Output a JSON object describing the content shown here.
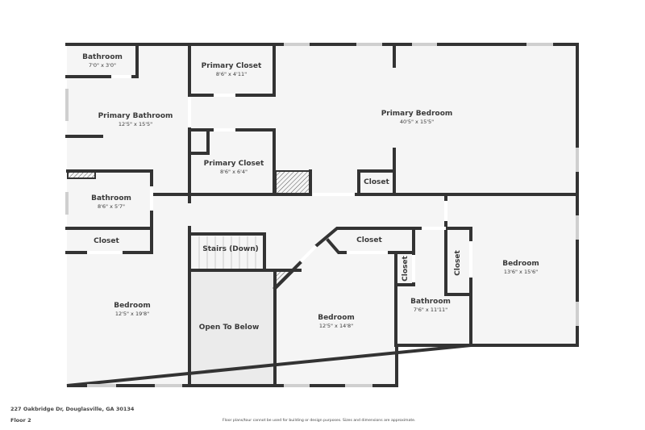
{
  "rooms": {
    "bathroom_small": {
      "name": "Bathroom",
      "dims": "7'0\" x 3'0\""
    },
    "primary_closet_top": {
      "name": "Primary Closet",
      "dims": "8'6\" x 4'11\""
    },
    "primary_bathroom": {
      "name": "Primary Bathroom",
      "dims": "12'5\" x 15'5\""
    },
    "primary_closet_mid": {
      "name": "Primary Closet",
      "dims": "8'6\" x 6'4\""
    },
    "primary_bedroom": {
      "name": "Primary Bedroom",
      "dims": "40'5\" x 15'5\""
    },
    "closet_primary_bed": {
      "name": "Closet"
    },
    "bathroom_left": {
      "name": "Bathroom",
      "dims": "8'6\" x 5'7\""
    },
    "closet_left": {
      "name": "Closet"
    },
    "stairs": {
      "name": "Stairs (Down)"
    },
    "bedroom_left": {
      "name": "Bedroom",
      "dims": "12'5\" x 19'8\""
    },
    "open_to_below": {
      "name": "Open To Below"
    },
    "closet_center": {
      "name": "Closet"
    },
    "bedroom_center": {
      "name": "Bedroom",
      "dims": "12'5\" x 14'8\""
    },
    "closet_vertical_a": {
      "name": "Closet"
    },
    "closet_vertical_b": {
      "name": "Closet"
    },
    "bathroom_right": {
      "name": "Bathroom",
      "dims": "7'6\" x 11'11\""
    },
    "bedroom_right": {
      "name": "Bedroom",
      "dims": "13'6\" x 15'6\""
    }
  },
  "footer": {
    "address": "227 Oakbridge Dr, Douglasville, GA 30134",
    "floor": "Floor 2",
    "disclaimer": "Floor plans/tour cannot be used for building or design purposes. Sizes and dimensions are approximate."
  },
  "colors": {
    "wall": "#333333",
    "floor": "#f5f5f5",
    "open_to_below": "#ebebeb",
    "window": "#cfcfcf"
  }
}
